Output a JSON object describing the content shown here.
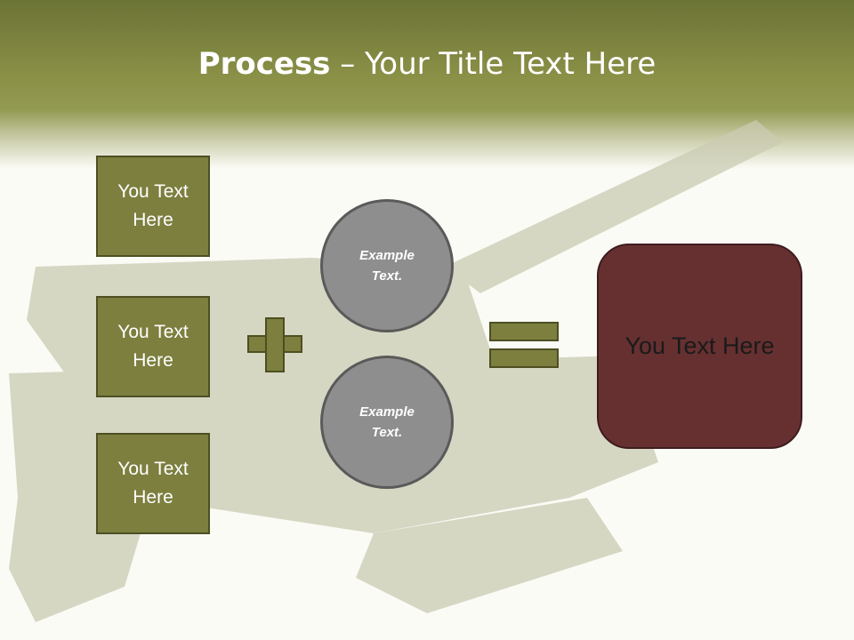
{
  "title": {
    "bold": "Process",
    "rest": " – Your Title Text Here"
  },
  "boxes": [
    "You Text Here",
    "You Text Here",
    "You Text Here"
  ],
  "circles": [
    "Example Text.",
    "Example Text."
  ],
  "result": "You Text Here",
  "colors": {
    "olive": "#7c7f3e",
    "maroon": "#663031",
    "gray": "#8e8e8e",
    "header": "#8a9046"
  }
}
